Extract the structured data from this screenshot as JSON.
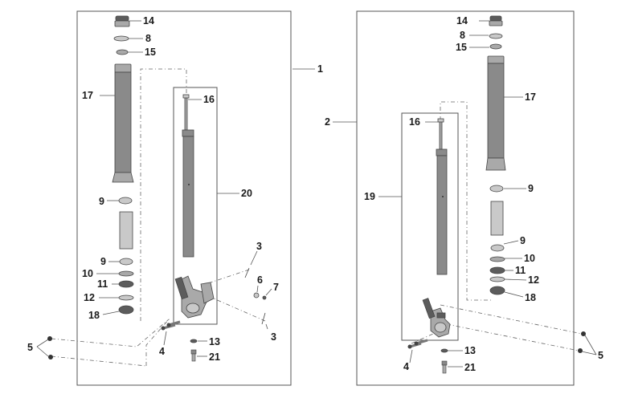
{
  "callouts": {
    "l14": "14",
    "l8": "8",
    "l15": "15",
    "l17": "17",
    "l9a": "9",
    "l9b": "9",
    "l10": "10",
    "l11": "11",
    "l12": "12",
    "l18": "18",
    "l16": "16",
    "l20": "20",
    "l3a": "3",
    "l3b": "3",
    "l6": "6",
    "l7": "7",
    "l4": "4",
    "l5": "5",
    "l13": "13",
    "l21": "21",
    "l1": "1",
    "l2": "2",
    "r14": "14",
    "r8": "8",
    "r15": "15",
    "r17": "17",
    "r16": "16",
    "r19": "19",
    "r9a": "9",
    "r9b": "9",
    "r10": "10",
    "r11": "11",
    "r12": "12",
    "r18": "18",
    "r13": "13",
    "r4": "4",
    "r21": "21",
    "r5": "5"
  }
}
